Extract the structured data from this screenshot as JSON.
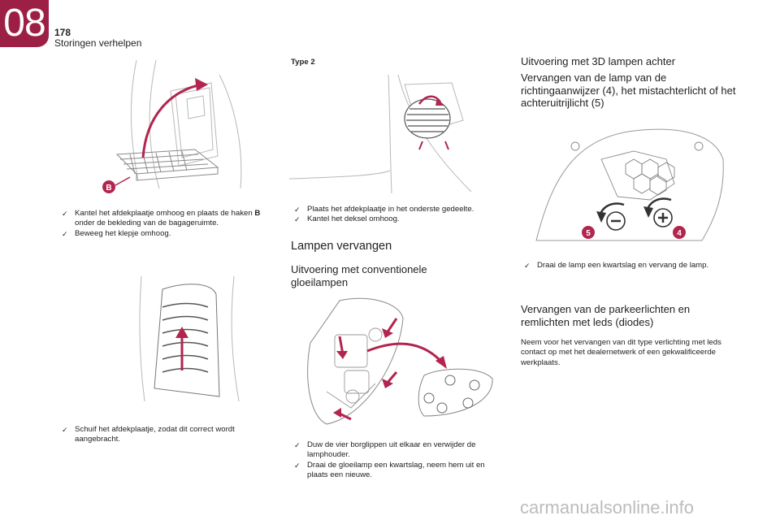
{
  "header": {
    "chapter": "08",
    "page_number": "178",
    "section_title": "Storingen verhelpen"
  },
  "colors": {
    "brand": "#9c1f45",
    "callout": "#b2254f"
  },
  "left_column": {
    "callout_b": "B",
    "bullets_top": [
      {
        "mark": "✓",
        "before": "Kantel het afdekplaatje omhoog en plaats de haken ",
        "bold": "B",
        "after": " onder de bekleding van de bagageruimte."
      },
      {
        "mark": "✓",
        "text": "Beweeg het klepje omhoog."
      }
    ],
    "bullets_bottom": [
      {
        "mark": "✓",
        "text": "Schuif het afdekplaatje, zodat dit correct wordt aangebracht."
      }
    ]
  },
  "middle_column": {
    "type_label": "Type 2",
    "bullets_top": [
      {
        "mark": "✓",
        "text": "Plaats het afdekplaatje in het onderste gedeelte."
      },
      {
        "mark": "✓",
        "text": "Kantel het deksel omhoog."
      }
    ],
    "heading": "Lampen vervangen",
    "subheading": "Uitvoering met conventionele gloeilampen",
    "bullets_bottom": [
      {
        "mark": "✓",
        "text": "Duw de vier borglippen uit elkaar en verwijder de lamphouder."
      },
      {
        "mark": "✓",
        "text": "Draai de gloeilamp een kwartslag, neem hem uit en plaats een nieuwe."
      }
    ]
  },
  "right_column": {
    "heading": "Uitvoering met 3D lampen achter",
    "subheading": "Vervangen van de lamp van de richtingaanwijzer (4), het mistachterlicht of het achteruitrijlicht (5)",
    "callout_5": "5",
    "callout_4": "4",
    "bullets": [
      {
        "mark": "✓",
        "text": "Draai de lamp een kwartslag en vervang de lamp."
      }
    ],
    "heading2": "Vervangen van de parkeerlichten en remlichten met leds (diodes)",
    "paragraph": "Neem voor het vervangen van dit type verlichting met leds contact op met het dealernetwerk of een gekwalificeerde werkplaats."
  },
  "footer": {
    "watermark": "carmanualsonline.info"
  }
}
